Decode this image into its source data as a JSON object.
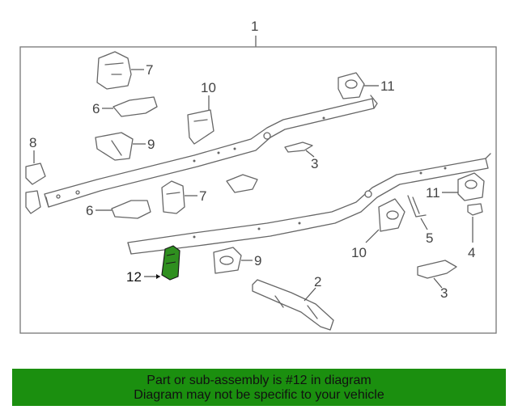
{
  "diagram": {
    "main_callout": "1",
    "highlight_color": "#2f8f1f",
    "banner_color": "#1b8f0f",
    "callouts": [
      {
        "id": "7a",
        "label": "7"
      },
      {
        "id": "6a",
        "label": "6"
      },
      {
        "id": "9a",
        "label": "9"
      },
      {
        "id": "10a",
        "label": "10"
      },
      {
        "id": "11a",
        "label": "11"
      },
      {
        "id": "8",
        "label": "8"
      },
      {
        "id": "3a",
        "label": "3"
      },
      {
        "id": "6b",
        "label": "6"
      },
      {
        "id": "7b",
        "label": "7"
      },
      {
        "id": "11b",
        "label": "11"
      },
      {
        "id": "5",
        "label": "5"
      },
      {
        "id": "4",
        "label": "4"
      },
      {
        "id": "10b",
        "label": "10"
      },
      {
        "id": "9b",
        "label": "9"
      },
      {
        "id": "12",
        "label": "12"
      },
      {
        "id": "2",
        "label": "2"
      },
      {
        "id": "3b",
        "label": "3"
      }
    ]
  },
  "banner": {
    "line1": "Part or sub-assembly is #12 in diagram",
    "line2": "Diagram may not be specific to your vehicle"
  }
}
